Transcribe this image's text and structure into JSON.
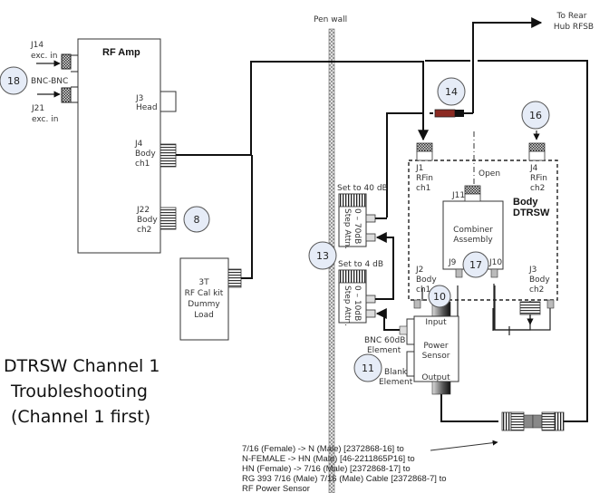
{
  "title": {
    "line1": "DTRSW Channel 1",
    "line2": "Troubleshooting",
    "line3": "(Channel 1 first)"
  },
  "pen_wall": {
    "label": "Pen wall"
  },
  "rf_amp": {
    "label": "RF Amp",
    "ports": {
      "j14": {
        "id": "J14",
        "desc": "exc. in"
      },
      "j21": {
        "id": "J21",
        "desc": "exc. in"
      },
      "j3": {
        "id": "J3",
        "desc": "Head"
      },
      "j4": {
        "id": "J4",
        "desc1": "Body",
        "desc2": "ch1"
      },
      "j22": {
        "id": "J22",
        "desc1": "Body",
        "desc2": "ch2"
      }
    },
    "bnc_label": "BNC-BNC"
  },
  "dummy_load": {
    "line1": "3T",
    "line2": "RF Cal kit",
    "line3": "Dummy",
    "line4": "Load"
  },
  "to_rear": {
    "line1": "To Rear",
    "line2": "Hub RFSB"
  },
  "attenuators": [
    {
      "setting": "Set to 40 dB",
      "range": "0 – 70dB",
      "type": "Step Attn."
    },
    {
      "setting": "Set to 4 dB",
      "range": "0 – 10dB",
      "type": "Step Attn."
    }
  ],
  "dtrsw": {
    "label1": "Body",
    "label2": "DTRSW",
    "j1": {
      "id": "J1",
      "desc1": "RFin",
      "desc2": "ch1"
    },
    "j4": {
      "id": "J4",
      "desc1": "RFin",
      "desc2": "ch2"
    },
    "j2": {
      "id": "J2",
      "desc1": "Body",
      "desc2": "ch1"
    },
    "j3": {
      "id": "J3",
      "desc1": "Body",
      "desc2": "ch2"
    },
    "open_label": "Open",
    "combiner": {
      "line1": "Combiner",
      "line2": "Assembly",
      "j11": "J11",
      "j9": "J9",
      "j10": "J10"
    }
  },
  "power_sensor": {
    "line1": "Power",
    "line2": "Sensor",
    "input": "Input",
    "output": "Output",
    "bnc_element": {
      "line1": "BNC 60dB",
      "line2": "Element"
    },
    "blank_element": {
      "line1": "Blank",
      "line2": "Element"
    }
  },
  "badges": [
    "18",
    "8",
    "14",
    "16",
    "13",
    "17",
    "10",
    "11"
  ],
  "note": {
    "lines": [
      "7/16 (Female) -> N (Male) [2372868-16] to",
      "N-FEMALE -> HN (Male) [46-2211865P16] to",
      "HN (Female) -> 7/16 (Male) [2372868-17] to",
      "RG 393 7/16 (Male) 7/16 (Male) Cable [2372868-7] to",
      "RF Power Sensor"
    ]
  },
  "colors": {
    "badge_fill": "#e6ecf7",
    "attenuator_connector": "#8b2a22",
    "line": "#111111"
  }
}
